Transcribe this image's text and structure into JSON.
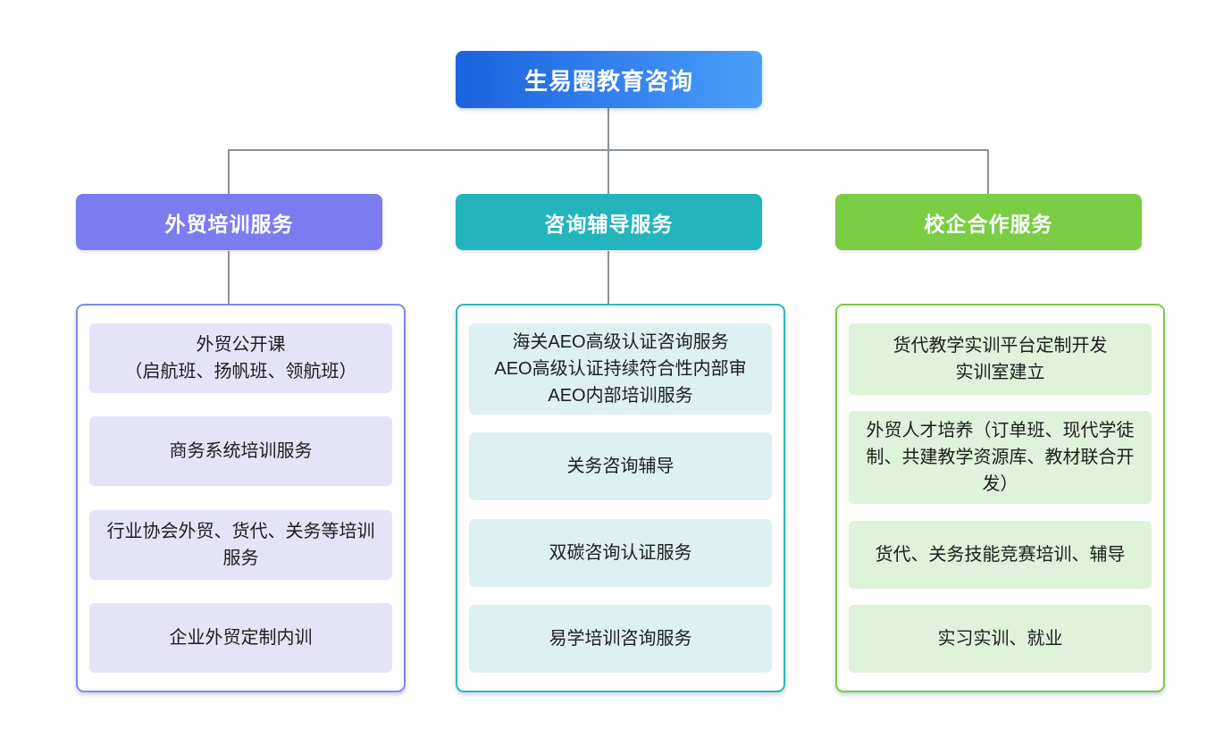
{
  "root": {
    "label": "生易圈教育咨询",
    "gradient": [
      "#1b62e0",
      "#4a9ef9"
    ]
  },
  "connector_color": "#8b9299",
  "branches": [
    {
      "label": "外贸培训服务",
      "color": "#7b7cf0",
      "border": "#8486f2",
      "tint": "#e5e3f8",
      "items": [
        "外贸公开课\n（启航班、扬帆班、领航班）",
        "商务系统培训服务",
        "行业协会外贸、货代、关务等培训服务",
        "企业外贸定制内训"
      ]
    },
    {
      "label": "咨询辅导服务",
      "color": "#24b5bc",
      "border": "#2cb8be",
      "tint": "#def1f2",
      "items": [
        "海关AEO高级认证咨询服务\nAEO高级认证持续符合性内部审\nAEO内部培训服务",
        "关务咨询辅导",
        "双碳咨询认证服务",
        "易学培训咨询服务"
      ]
    },
    {
      "label": "校企合作服务",
      "color": "#7acd45",
      "border": "#77cc42",
      "tint": "#dff2da",
      "items": [
        "货代教学实训平台定制开发\n实训室建立",
        "外贸人才培养（订单班、现代学徒制、共建教学资源库、教材联合开发）",
        "货代、关务技能竞赛培训、辅导",
        "实习实训、就业"
      ]
    }
  ]
}
